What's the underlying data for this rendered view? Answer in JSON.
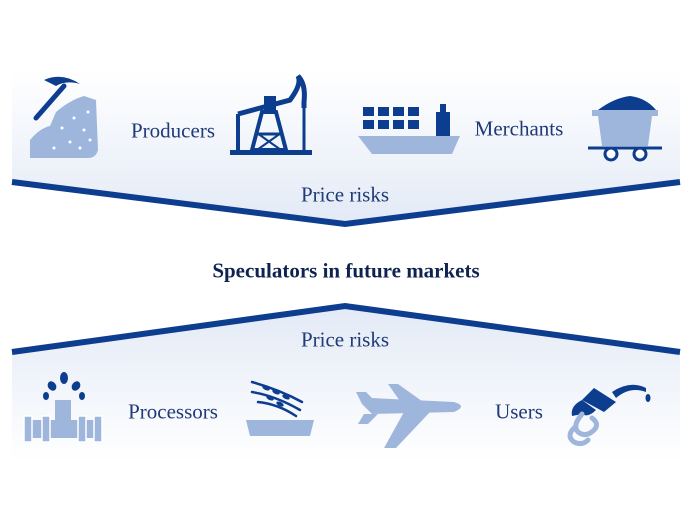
{
  "top": {
    "labels": {
      "producers": "Producers",
      "merchants": "Merchants",
      "risk": "Price risks"
    },
    "icons": [
      "mining-icon",
      "oil-pump-icon",
      "cargo-ship-icon",
      "coal-wagon-icon"
    ]
  },
  "center": {
    "title": "Speculators in future markets"
  },
  "bottom": {
    "labels": {
      "processors": "Processors",
      "users": "Users",
      "risk": "Price risks"
    },
    "icons": [
      "pipeline-valve-icon",
      "grain-tray-icon",
      "airplane-icon",
      "fuel-nozzle-icon"
    ]
  },
  "colors": {
    "dark": "#0d3d8f",
    "icon": "#9fb6dc",
    "text": "#1f3a78",
    "band": "#eaf0f9"
  }
}
